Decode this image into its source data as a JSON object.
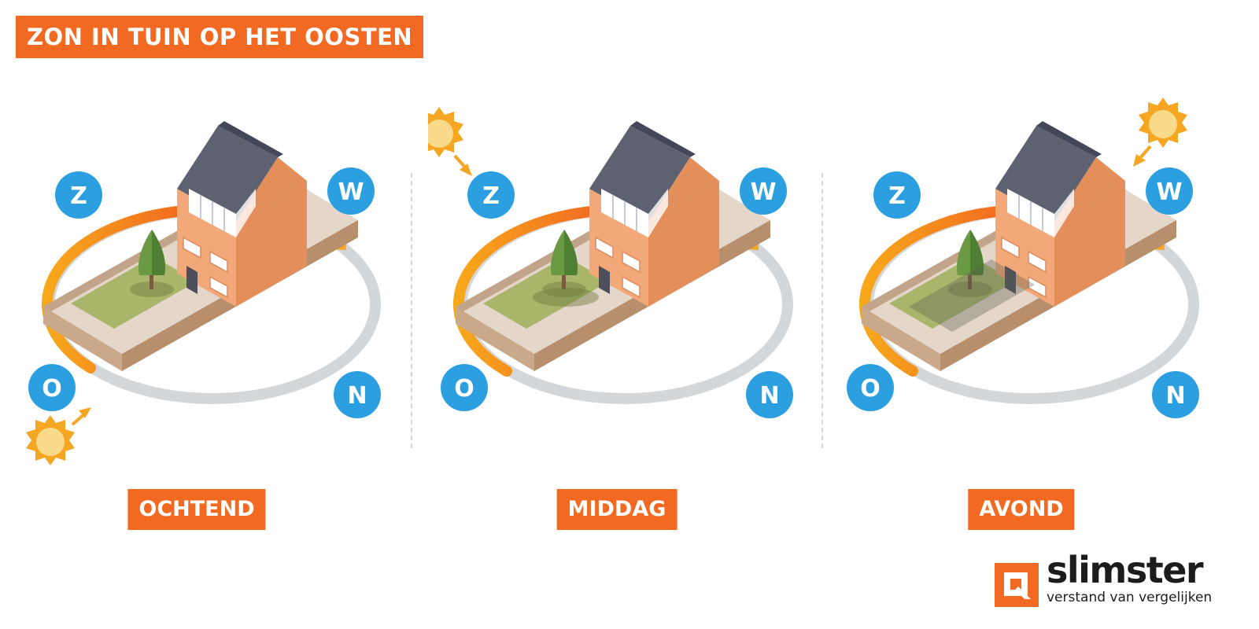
{
  "title": "ZON IN TUIN OP HET OOSTEN",
  "compass": {
    "south": "Z",
    "west": "W",
    "east": "O",
    "north": "N"
  },
  "panels": [
    {
      "label": "OCHTEND"
    },
    {
      "label": "MIDDAG"
    },
    {
      "label": "AVOND"
    }
  ],
  "logo": {
    "word": "slimster",
    "tagline": "verstand van vergelijken"
  },
  "colors": {
    "accent": "#f26a21",
    "compass_blue": "#2b9fe0",
    "sun": "#f5a623",
    "orbit_gray": "#d4d7d9"
  },
  "icons": [
    "sun-icon",
    "arrow-icon",
    "house-icon",
    "tree-icon",
    "logo-mark-icon"
  ]
}
